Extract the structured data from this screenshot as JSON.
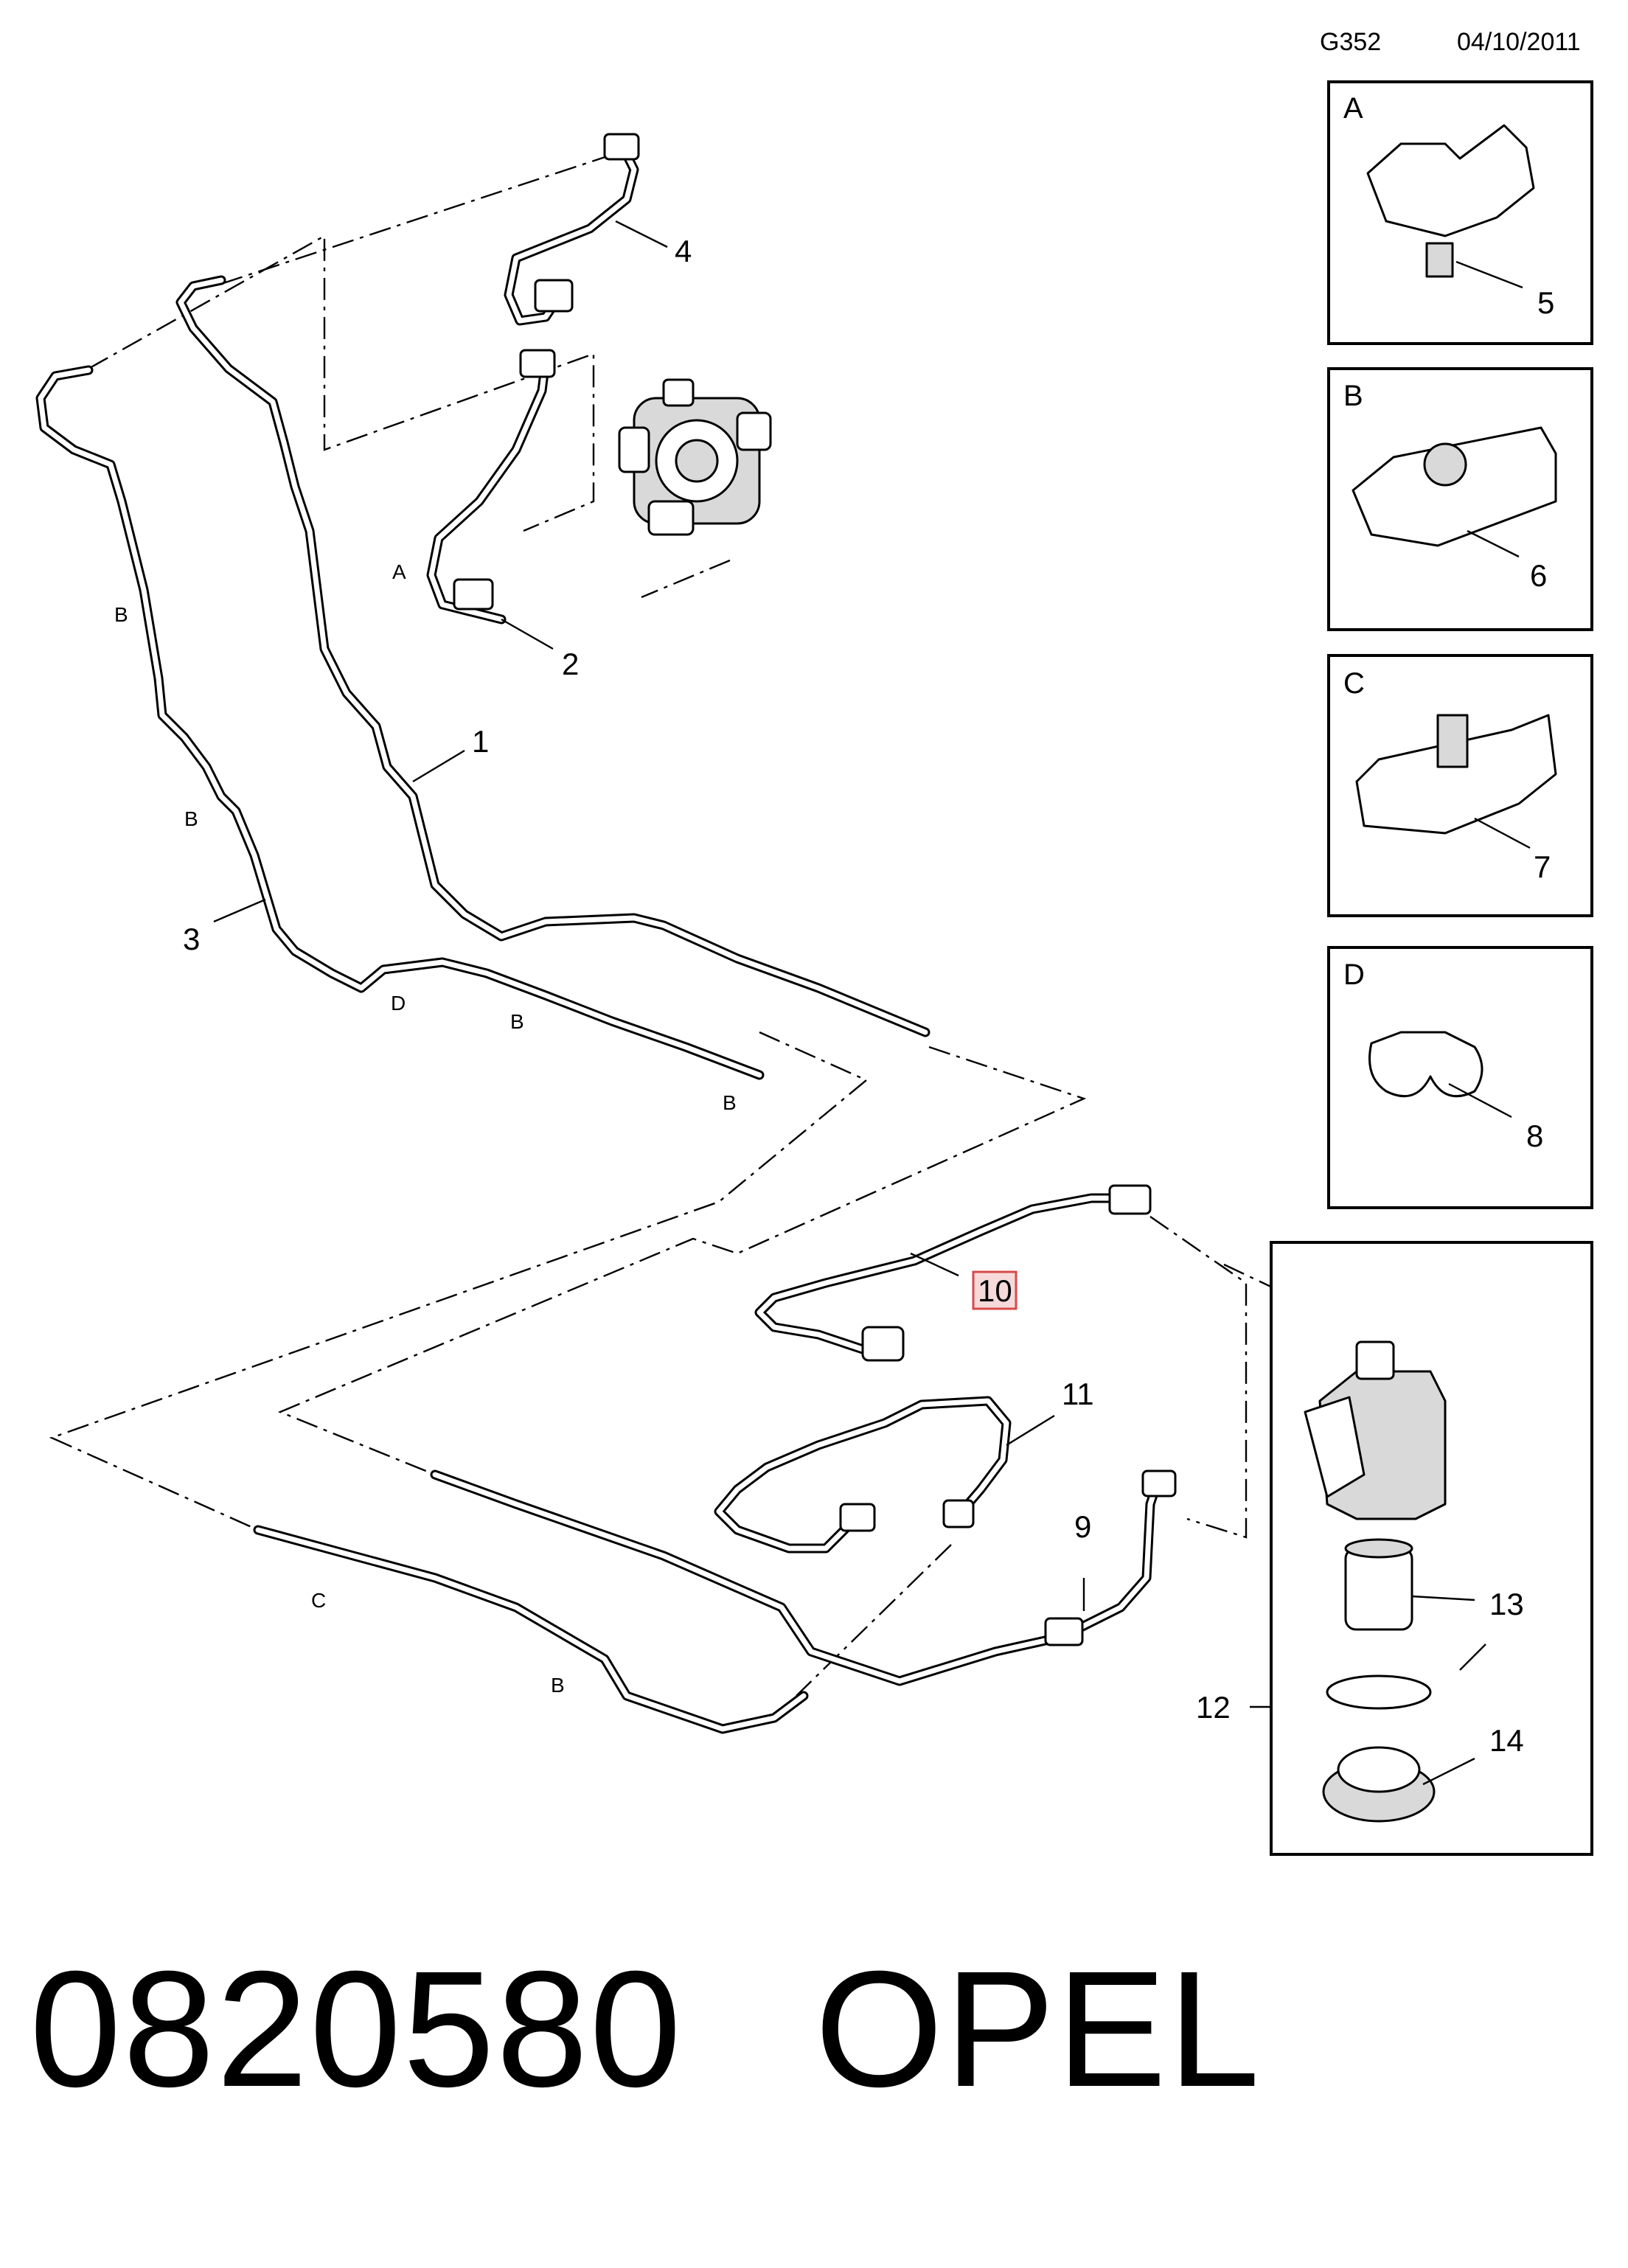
{
  "header": {
    "code": "G352",
    "date": "04/10/2011"
  },
  "parts": {
    "p1": "1",
    "p2": "2",
    "p3": "3",
    "p4": "4",
    "p5": "5",
    "p6": "6",
    "p7": "7",
    "p8": "8",
    "p9": "9",
    "p10": "10",
    "p11": "11",
    "p12": "12",
    "p13": "13",
    "p14": "14"
  },
  "clip_letters": {
    "A": "A",
    "B": "B",
    "C": "C",
    "D": "D"
  },
  "inset_boxes": [
    {
      "letter": "A",
      "part": "5"
    },
    {
      "letter": "B",
      "part": "6"
    },
    {
      "letter": "C",
      "part": "7"
    },
    {
      "letter": "D",
      "part": "8"
    }
  ],
  "highlighted_part": "10",
  "colors": {
    "highlight_fill": "#f6dada",
    "highlight_stroke": "#d84a4a",
    "ink": "#000000"
  },
  "footer": {
    "part_number": "0820580",
    "brand": "OPEL"
  }
}
